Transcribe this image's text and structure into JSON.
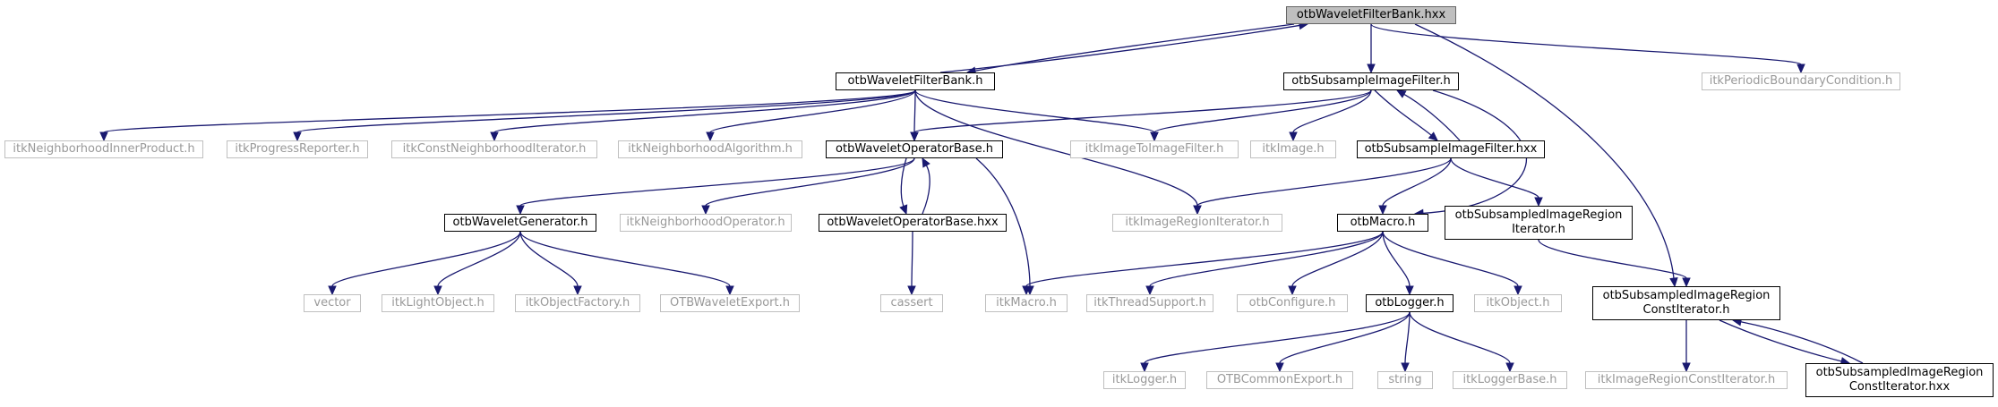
{
  "graph": {
    "root": "otbWaveletFilterBank.hxx",
    "nodes": {
      "n0": {
        "lines": [
          "otbWaveletFilterBank.hxx"
        ],
        "kind": "root"
      },
      "n1": {
        "lines": [
          "otbWaveletFilterBank.h"
        ],
        "kind": "documented"
      },
      "n2": {
        "lines": [
          "itkNeighborhoodInnerProduct.h"
        ],
        "kind": "external"
      },
      "n3": {
        "lines": [
          "itkProgressReporter.h"
        ],
        "kind": "external"
      },
      "n4": {
        "lines": [
          "itkConstNeighborhoodIterator.h"
        ],
        "kind": "external"
      },
      "n5": {
        "lines": [
          "itkNeighborhoodAlgorithm.h"
        ],
        "kind": "external"
      },
      "n6": {
        "lines": [
          "otbWaveletOperatorBase.h"
        ],
        "kind": "documented"
      },
      "n7": {
        "lines": [
          "otbWaveletGenerator.h"
        ],
        "kind": "documented"
      },
      "n8": {
        "lines": [
          "vector"
        ],
        "kind": "external"
      },
      "n9": {
        "lines": [
          "itkLightObject.h"
        ],
        "kind": "external"
      },
      "n10": {
        "lines": [
          "itkObjectFactory.h"
        ],
        "kind": "external"
      },
      "n11": {
        "lines": [
          "OTBWaveletExport.h"
        ],
        "kind": "external"
      },
      "n12": {
        "lines": [
          "itkNeighborhoodOperator.h"
        ],
        "kind": "external"
      },
      "n13": {
        "lines": [
          "otbWaveletOperatorBase.hxx"
        ],
        "kind": "documented"
      },
      "n14": {
        "lines": [
          "cassert"
        ],
        "kind": "external"
      },
      "n15": {
        "lines": [
          "itkMacro.h"
        ],
        "kind": "external"
      },
      "n16": {
        "lines": [
          "itkImageToImageFilter.h"
        ],
        "kind": "external"
      },
      "n17": {
        "lines": [
          "itkImageRegionIterator.h"
        ],
        "kind": "external"
      },
      "n18": {
        "lines": [
          "otbSubsampleImageFilter.h"
        ],
        "kind": "documented"
      },
      "n19": {
        "lines": [
          "itkImage.h"
        ],
        "kind": "external"
      },
      "n20": {
        "lines": [
          "otbSubsampleImageFilter.hxx"
        ],
        "kind": "documented"
      },
      "n21": {
        "lines": [
          "otbMacro.h"
        ],
        "kind": "documented"
      },
      "n22": {
        "lines": [
          "itkThreadSupport.h"
        ],
        "kind": "external"
      },
      "n23": {
        "lines": [
          "otbConfigure.h"
        ],
        "kind": "external"
      },
      "n24": {
        "lines": [
          "otbLogger.h"
        ],
        "kind": "documented"
      },
      "n25": {
        "lines": [
          "itkLogger.h"
        ],
        "kind": "external"
      },
      "n26": {
        "lines": [
          "OTBCommonExport.h"
        ],
        "kind": "external"
      },
      "n27": {
        "lines": [
          "string"
        ],
        "kind": "external"
      },
      "n28": {
        "lines": [
          "itkLoggerBase.h"
        ],
        "kind": "external"
      },
      "n29": {
        "lines": [
          "itkObject.h"
        ],
        "kind": "external"
      },
      "n30": {
        "lines": [
          "otbSubsampledImageRegion",
          "Iterator.h"
        ],
        "kind": "documented"
      },
      "n31": {
        "lines": [
          "otbSubsampledImageRegion",
          "ConstIterator.h"
        ],
        "kind": "documented"
      },
      "n32": {
        "lines": [
          "itkImageRegionConstIterator.h"
        ],
        "kind": "external"
      },
      "n33": {
        "lines": [
          "otbSubsampledImageRegion",
          "ConstIterator.hxx"
        ],
        "kind": "documented"
      },
      "n34": {
        "lines": [
          "itkPeriodicBoundaryCondition.h"
        ],
        "kind": "external"
      }
    },
    "edges": [
      [
        "n0",
        "n1"
      ],
      [
        "n0",
        "n18"
      ],
      [
        "n0",
        "n31"
      ],
      [
        "n0",
        "n34"
      ],
      [
        "n1",
        "n0"
      ],
      [
        "n1",
        "n2"
      ],
      [
        "n1",
        "n3"
      ],
      [
        "n1",
        "n4"
      ],
      [
        "n1",
        "n5"
      ],
      [
        "n1",
        "n6"
      ],
      [
        "n1",
        "n16"
      ],
      [
        "n1",
        "n17"
      ],
      [
        "n6",
        "n7"
      ],
      [
        "n6",
        "n12"
      ],
      [
        "n6",
        "n13"
      ],
      [
        "n6",
        "n15"
      ],
      [
        "n7",
        "n8"
      ],
      [
        "n7",
        "n9"
      ],
      [
        "n7",
        "n10"
      ],
      [
        "n7",
        "n11"
      ],
      [
        "n13",
        "n6"
      ],
      [
        "n13",
        "n14"
      ],
      [
        "n18",
        "n6"
      ],
      [
        "n18",
        "n16"
      ],
      [
        "n18",
        "n19"
      ],
      [
        "n18",
        "n20"
      ],
      [
        "n18",
        "n21"
      ],
      [
        "n20",
        "n18"
      ],
      [
        "n20",
        "n17"
      ],
      [
        "n20",
        "n21"
      ],
      [
        "n20",
        "n30"
      ],
      [
        "n21",
        "n15"
      ],
      [
        "n21",
        "n22"
      ],
      [
        "n21",
        "n23"
      ],
      [
        "n21",
        "n24"
      ],
      [
        "n21",
        "n29"
      ],
      [
        "n24",
        "n25"
      ],
      [
        "n24",
        "n26"
      ],
      [
        "n24",
        "n27"
      ],
      [
        "n24",
        "n28"
      ],
      [
        "n30",
        "n31"
      ],
      [
        "n31",
        "n32"
      ],
      [
        "n31",
        "n33"
      ],
      [
        "n33",
        "n31"
      ]
    ],
    "colors": {
      "edge": "#191970",
      "documented_border": "#000000",
      "external_border": "#bfbfbf",
      "external_text": "#999999",
      "root_fill": "#bfbfbf"
    }
  }
}
